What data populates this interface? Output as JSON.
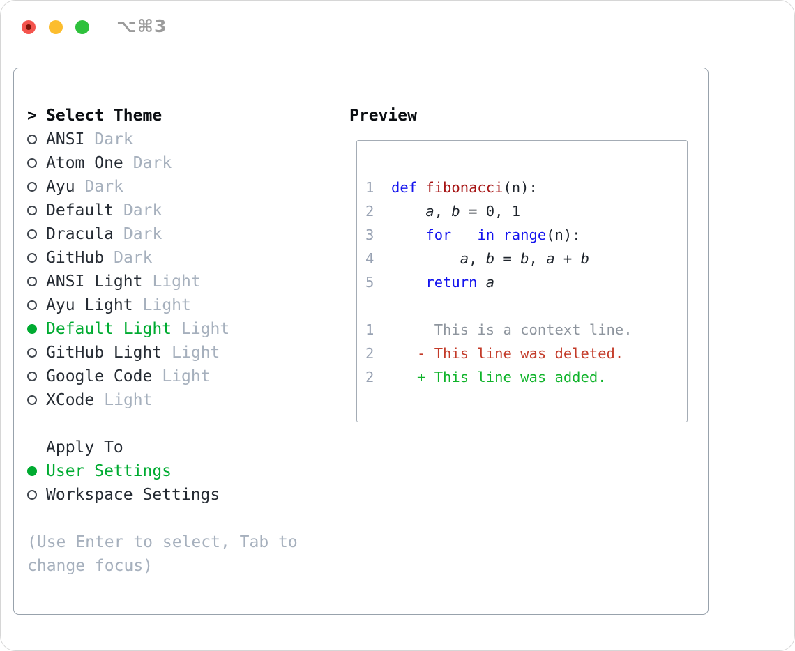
{
  "window": {
    "title": "⌥⌘3",
    "traffic_lights": [
      {
        "name": "close",
        "color": "#f4544d",
        "has_dot": true
      },
      {
        "name": "minimize",
        "color": "#fcbd2e",
        "has_dot": false
      },
      {
        "name": "zoom",
        "color": "#2ec13c",
        "has_dot": false
      }
    ]
  },
  "colors": {
    "accent_green": "#00ab31",
    "keyword_blue": "#1414ee",
    "function_red": "#a61414",
    "diff_deleted_red": "#c33a28",
    "diff_added_green": "#0fb32a",
    "muted_gray": "#a6b0bd",
    "line_number_gray": "#98a2b3",
    "panel_border": "#98a2ac"
  },
  "theme_selector": {
    "header_prefix": ">",
    "header": "Select Theme",
    "items": [
      {
        "label": "ANSI",
        "badge": "Dark",
        "selected": false
      },
      {
        "label": "Atom One",
        "badge": "Dark",
        "selected": false
      },
      {
        "label": "Ayu",
        "badge": "Dark",
        "selected": false
      },
      {
        "label": "Default",
        "badge": "Dark",
        "selected": false
      },
      {
        "label": "Dracula",
        "badge": "Dark",
        "selected": false
      },
      {
        "label": "GitHub",
        "badge": "Dark",
        "selected": false
      },
      {
        "label": "ANSI Light",
        "badge": "Light",
        "selected": false
      },
      {
        "label": "Ayu Light",
        "badge": "Light",
        "selected": false
      },
      {
        "label": "Default Light",
        "badge": "Light",
        "selected": true
      },
      {
        "label": "GitHub Light",
        "badge": "Light",
        "selected": false
      },
      {
        "label": "Google Code",
        "badge": "Light",
        "selected": false
      },
      {
        "label": "XCode",
        "badge": "Light",
        "selected": false
      }
    ]
  },
  "apply_to": {
    "header": "Apply To",
    "items": [
      {
        "label": "User Settings",
        "selected": true
      },
      {
        "label": "Workspace Settings",
        "selected": false
      }
    ]
  },
  "help_text": "(Use Enter to select, Tab to change focus)",
  "preview": {
    "header": "Preview",
    "code_lines": [
      {
        "num": "1",
        "tokens": [
          {
            "text": "def",
            "style": "keyword"
          },
          {
            "text": " ",
            "style": "plain"
          },
          {
            "text": "fibonacci",
            "style": "function"
          },
          {
            "text": "(n):",
            "style": "plain"
          }
        ]
      },
      {
        "num": "2",
        "tokens": [
          {
            "text": "    ",
            "style": "plain"
          },
          {
            "text": "a",
            "style": "variable"
          },
          {
            "text": ", ",
            "style": "plain"
          },
          {
            "text": "b",
            "style": "variable"
          },
          {
            "text": " = 0, 1",
            "style": "plain"
          }
        ]
      },
      {
        "num": "3",
        "tokens": [
          {
            "text": "    ",
            "style": "plain"
          },
          {
            "text": "for",
            "style": "keyword"
          },
          {
            "text": " _ ",
            "style": "plain"
          },
          {
            "text": "in",
            "style": "keyword"
          },
          {
            "text": " ",
            "style": "plain"
          },
          {
            "text": "range",
            "style": "keyword"
          },
          {
            "text": "(n):",
            "style": "plain"
          }
        ]
      },
      {
        "num": "4",
        "tokens": [
          {
            "text": "        ",
            "style": "plain"
          },
          {
            "text": "a",
            "style": "variable"
          },
          {
            "text": ", ",
            "style": "plain"
          },
          {
            "text": "b",
            "style": "variable"
          },
          {
            "text": " = ",
            "style": "plain"
          },
          {
            "text": "b",
            "style": "variable"
          },
          {
            "text": ", ",
            "style": "plain"
          },
          {
            "text": "a",
            "style": "variable"
          },
          {
            "text": " + ",
            "style": "plain"
          },
          {
            "text": "b",
            "style": "variable"
          }
        ]
      },
      {
        "num": "5",
        "tokens": [
          {
            "text": "    ",
            "style": "plain"
          },
          {
            "text": "return",
            "style": "keyword"
          },
          {
            "text": " ",
            "style": "plain"
          },
          {
            "text": "a",
            "style": "variable"
          }
        ]
      }
    ],
    "diff_lines": [
      {
        "num": "1",
        "text": "     This is a context line.",
        "kind": "context"
      },
      {
        "num": "2",
        "text": "   - This line was deleted.",
        "kind": "deleted"
      },
      {
        "num": "2",
        "text": "   + This line was added.",
        "kind": "added"
      }
    ]
  }
}
